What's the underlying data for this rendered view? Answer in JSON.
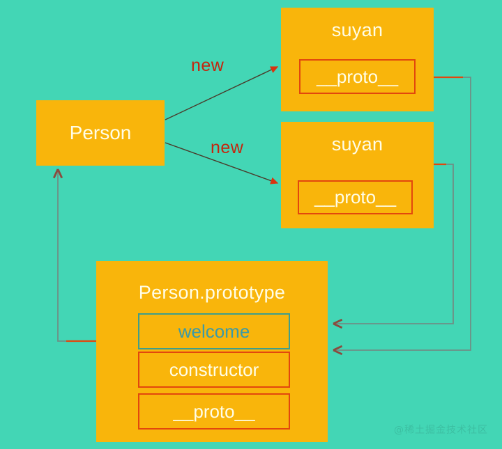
{
  "diagram": {
    "title": "JavaScript prototype chain diagram",
    "background_color": "#43d6b5",
    "box_color": "#f9b50b",
    "accent_red": "#e2470d",
    "accent_teal": "#3a9aa8",
    "wire_color": "#6e8f86",
    "watermark": "@稀土掘金技术社区"
  },
  "nodes": {
    "constructor_box": {
      "label": "Person"
    },
    "instance_one": {
      "title": "suyan",
      "slot": "__proto__"
    },
    "instance_two": {
      "title": "suyan",
      "slot": "__proto__"
    },
    "prototype_box": {
      "title": "Person.prototype",
      "slots": [
        {
          "label": "welcome",
          "style": "teal"
        },
        {
          "label": "constructor",
          "style": "red"
        },
        {
          "label": "__proto__",
          "style": "red"
        }
      ]
    }
  },
  "edges": [
    {
      "label": "new",
      "from": "Person",
      "to": "suyan"
    },
    {
      "label": "new",
      "from": "Person",
      "to": "suyan"
    }
  ]
}
